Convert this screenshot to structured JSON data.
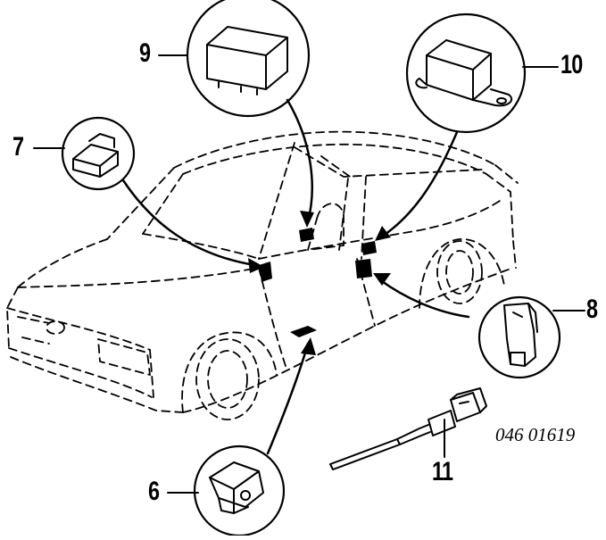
{
  "callouts": {
    "c6": "6",
    "c7": "7",
    "c8": "8",
    "c9": "9",
    "c10": "10",
    "c11": "11"
  },
  "reference_code": "046 01619",
  "colors": {
    "ink": "#000000",
    "paper": "#ffffff"
  }
}
